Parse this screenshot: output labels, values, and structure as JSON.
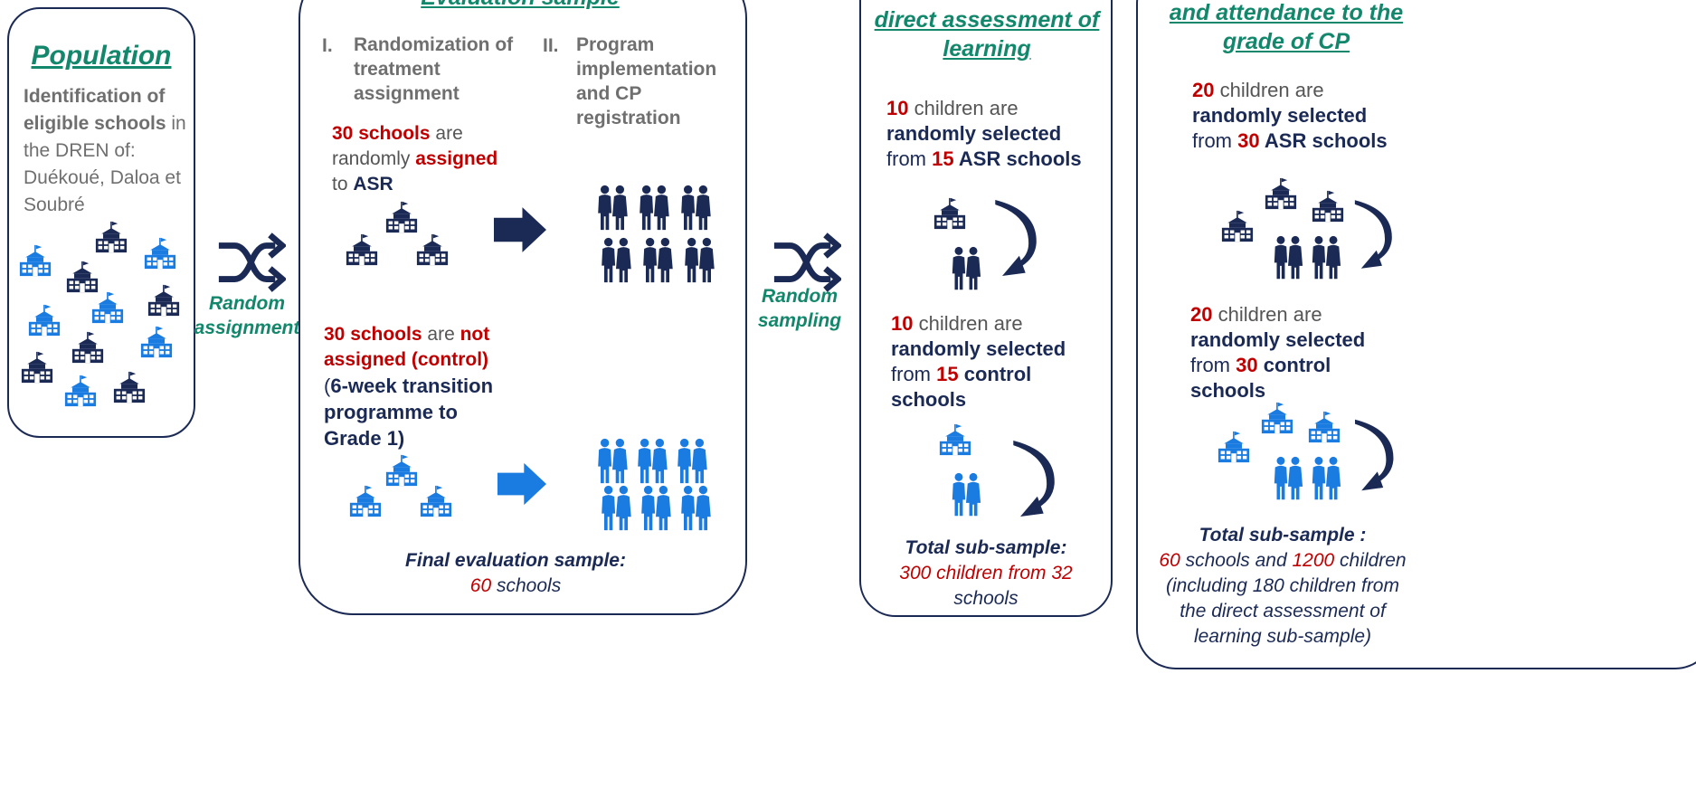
{
  "population": {
    "title": "Population",
    "identification": "Identification of eligible schools",
    "in_word": " in",
    "rest_lines": [
      "the DREN of:",
      "Duékoué, Daloa et",
      "Soubré"
    ]
  },
  "arrow1": {
    "line1": "Random",
    "line2": "assignment"
  },
  "evaluation": {
    "title": "Evaluation sample",
    "step1_num": "I.",
    "step1_lines": [
      "Randomization of",
      "treatment",
      "assignment"
    ],
    "step2_num": "II.",
    "step2_lines": [
      "Program",
      "implementation",
      "and CP",
      "registration"
    ],
    "treat_count": "30",
    "treat_schools": " schools",
    "treat_are": " are",
    "treat_randomly": "randomly ",
    "treat_assigned": "assigned",
    "treat_to": "to ",
    "treat_asr": "ASR",
    "ctrl_count": "30",
    "ctrl_schools": " schools",
    "ctrl_are": " are ",
    "ctrl_not": "not",
    "ctrl_line2": "assigned (control)",
    "ctrl_paren": "(",
    "ctrl_line3": "6-week transition",
    "ctrl_line4": "programme to",
    "ctrl_line5": "Grade 1)",
    "final_label": "Final evaluation sample:",
    "final_count": "60",
    "final_schools": " schools"
  },
  "arrow2": {
    "line1": "Random",
    "line2": "sampling"
  },
  "direct": {
    "title_line1": "direct assessment of",
    "title_line2": "learning",
    "a_count": "10",
    "a_children": " children are",
    "a_selected": "randomly selected",
    "a_from": "from ",
    "a_n": "15",
    "a_type": " ASR schools",
    "b_count": "10",
    "b_children": " children are",
    "b_selected": "randomly selected",
    "b_from": "from ",
    "b_n": "15",
    "b_type": " control",
    "b_schools": "schools",
    "total_label": "Total sub-sample:",
    "total_n": "300",
    "total_mid": " children from ",
    "total_schools_n": "32",
    "total_end": "schools"
  },
  "attendance": {
    "title_line1": "and attendance to the",
    "title_line2": "grade of CP",
    "a_count": "20",
    "a_children": " children are",
    "a_selected": "randomly selected",
    "a_from": "from ",
    "a_n": "30",
    "a_type": " ASR schools",
    "b_count": "20",
    "b_children": " children are",
    "b_selected": "randomly selected",
    "b_from": "from ",
    "b_n": "30",
    "b_type": " control",
    "b_schools": "schools",
    "total_label": "Total sub-sample :",
    "total_n1": "60",
    "total_mid1": " schools and ",
    "total_n2": "1200",
    "total_mid2": " children",
    "total_line3": "(including 180 children from",
    "total_line4": "the direct assessment of",
    "total_line5": "learning sub-sample)"
  },
  "colors": {
    "navy": "#1b2a55",
    "blue": "#1a7be0",
    "red": "#c00000",
    "green": "#13876b",
    "grey": "#6f6f6f"
  }
}
